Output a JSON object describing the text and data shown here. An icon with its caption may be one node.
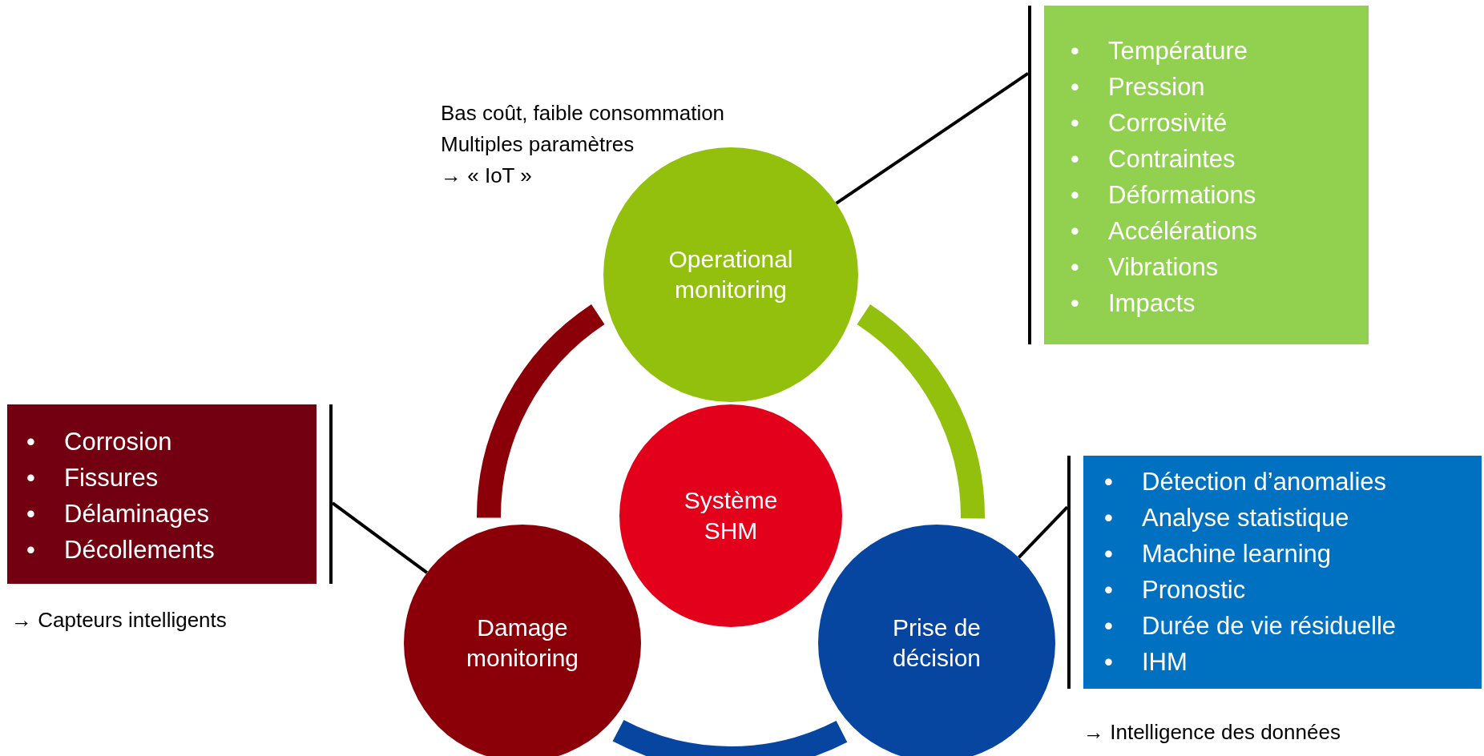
{
  "diagram": {
    "nodes": [
      {
        "text": [
          "Operational monitoring"
        ],
        "beside": [
          "Bas coût, faible consommation",
          "Multiples paramètres",
          "→ « IoT »"
        ]
      },
      {
        "text": [
          "•",
          "Température",
          "•",
          "Pression",
          "•",
          "Corrosivité",
          "•",
          "Contraintes",
          "•",
          "Déformations",
          "•",
          "Accélérations",
          "•",
          "Vibrations",
          "•",
          "Impacts"
        ]
      },
      {
        "text": [
          "•",
          "Corrosion",
          "•",
          "Fissures",
          "•",
          "Délaminages",
          "•",
          "Décollements"
        ],
        "beside": [
          "→ Capteurs intelligents"
        ]
      },
      {
        "text": [
          "Système SHM"
        ]
      },
      {
        "text": [
          "Damage monitoring"
        ]
      },
      {
        "text": [
          "Prise de décision"
        ]
      },
      {
        "text": [
          "•",
          "Détection d’anomalies",
          "•",
          "Analyse statistique",
          "•",
          "Machine learning",
          "•",
          "Pronostic",
          "•",
          "Durée de vie résiduelle",
          "•",
          "IHM"
        ],
        "beside": [
          "→ Intelligence des données"
        ]
      }
    ],
    "edges": [
      {
        "from": 4,
        "to": 0,
        "arrow": "none",
        "style": "thick",
        "color": "#8b0008"
      },
      {
        "from": 0,
        "to": 5,
        "arrow": "none",
        "style": "thick",
        "color": "#92c00c"
      },
      {
        "from": 5,
        "to": 4,
        "arrow": "none",
        "style": "thick",
        "color": "#0645a0"
      },
      {
        "from": 0,
        "to": 1,
        "arrow": "none"
      },
      {
        "from": 4,
        "to": 2,
        "arrow": "none"
      },
      {
        "from": 5,
        "to": 6,
        "arrow": "none"
      }
    ]
  }
}
